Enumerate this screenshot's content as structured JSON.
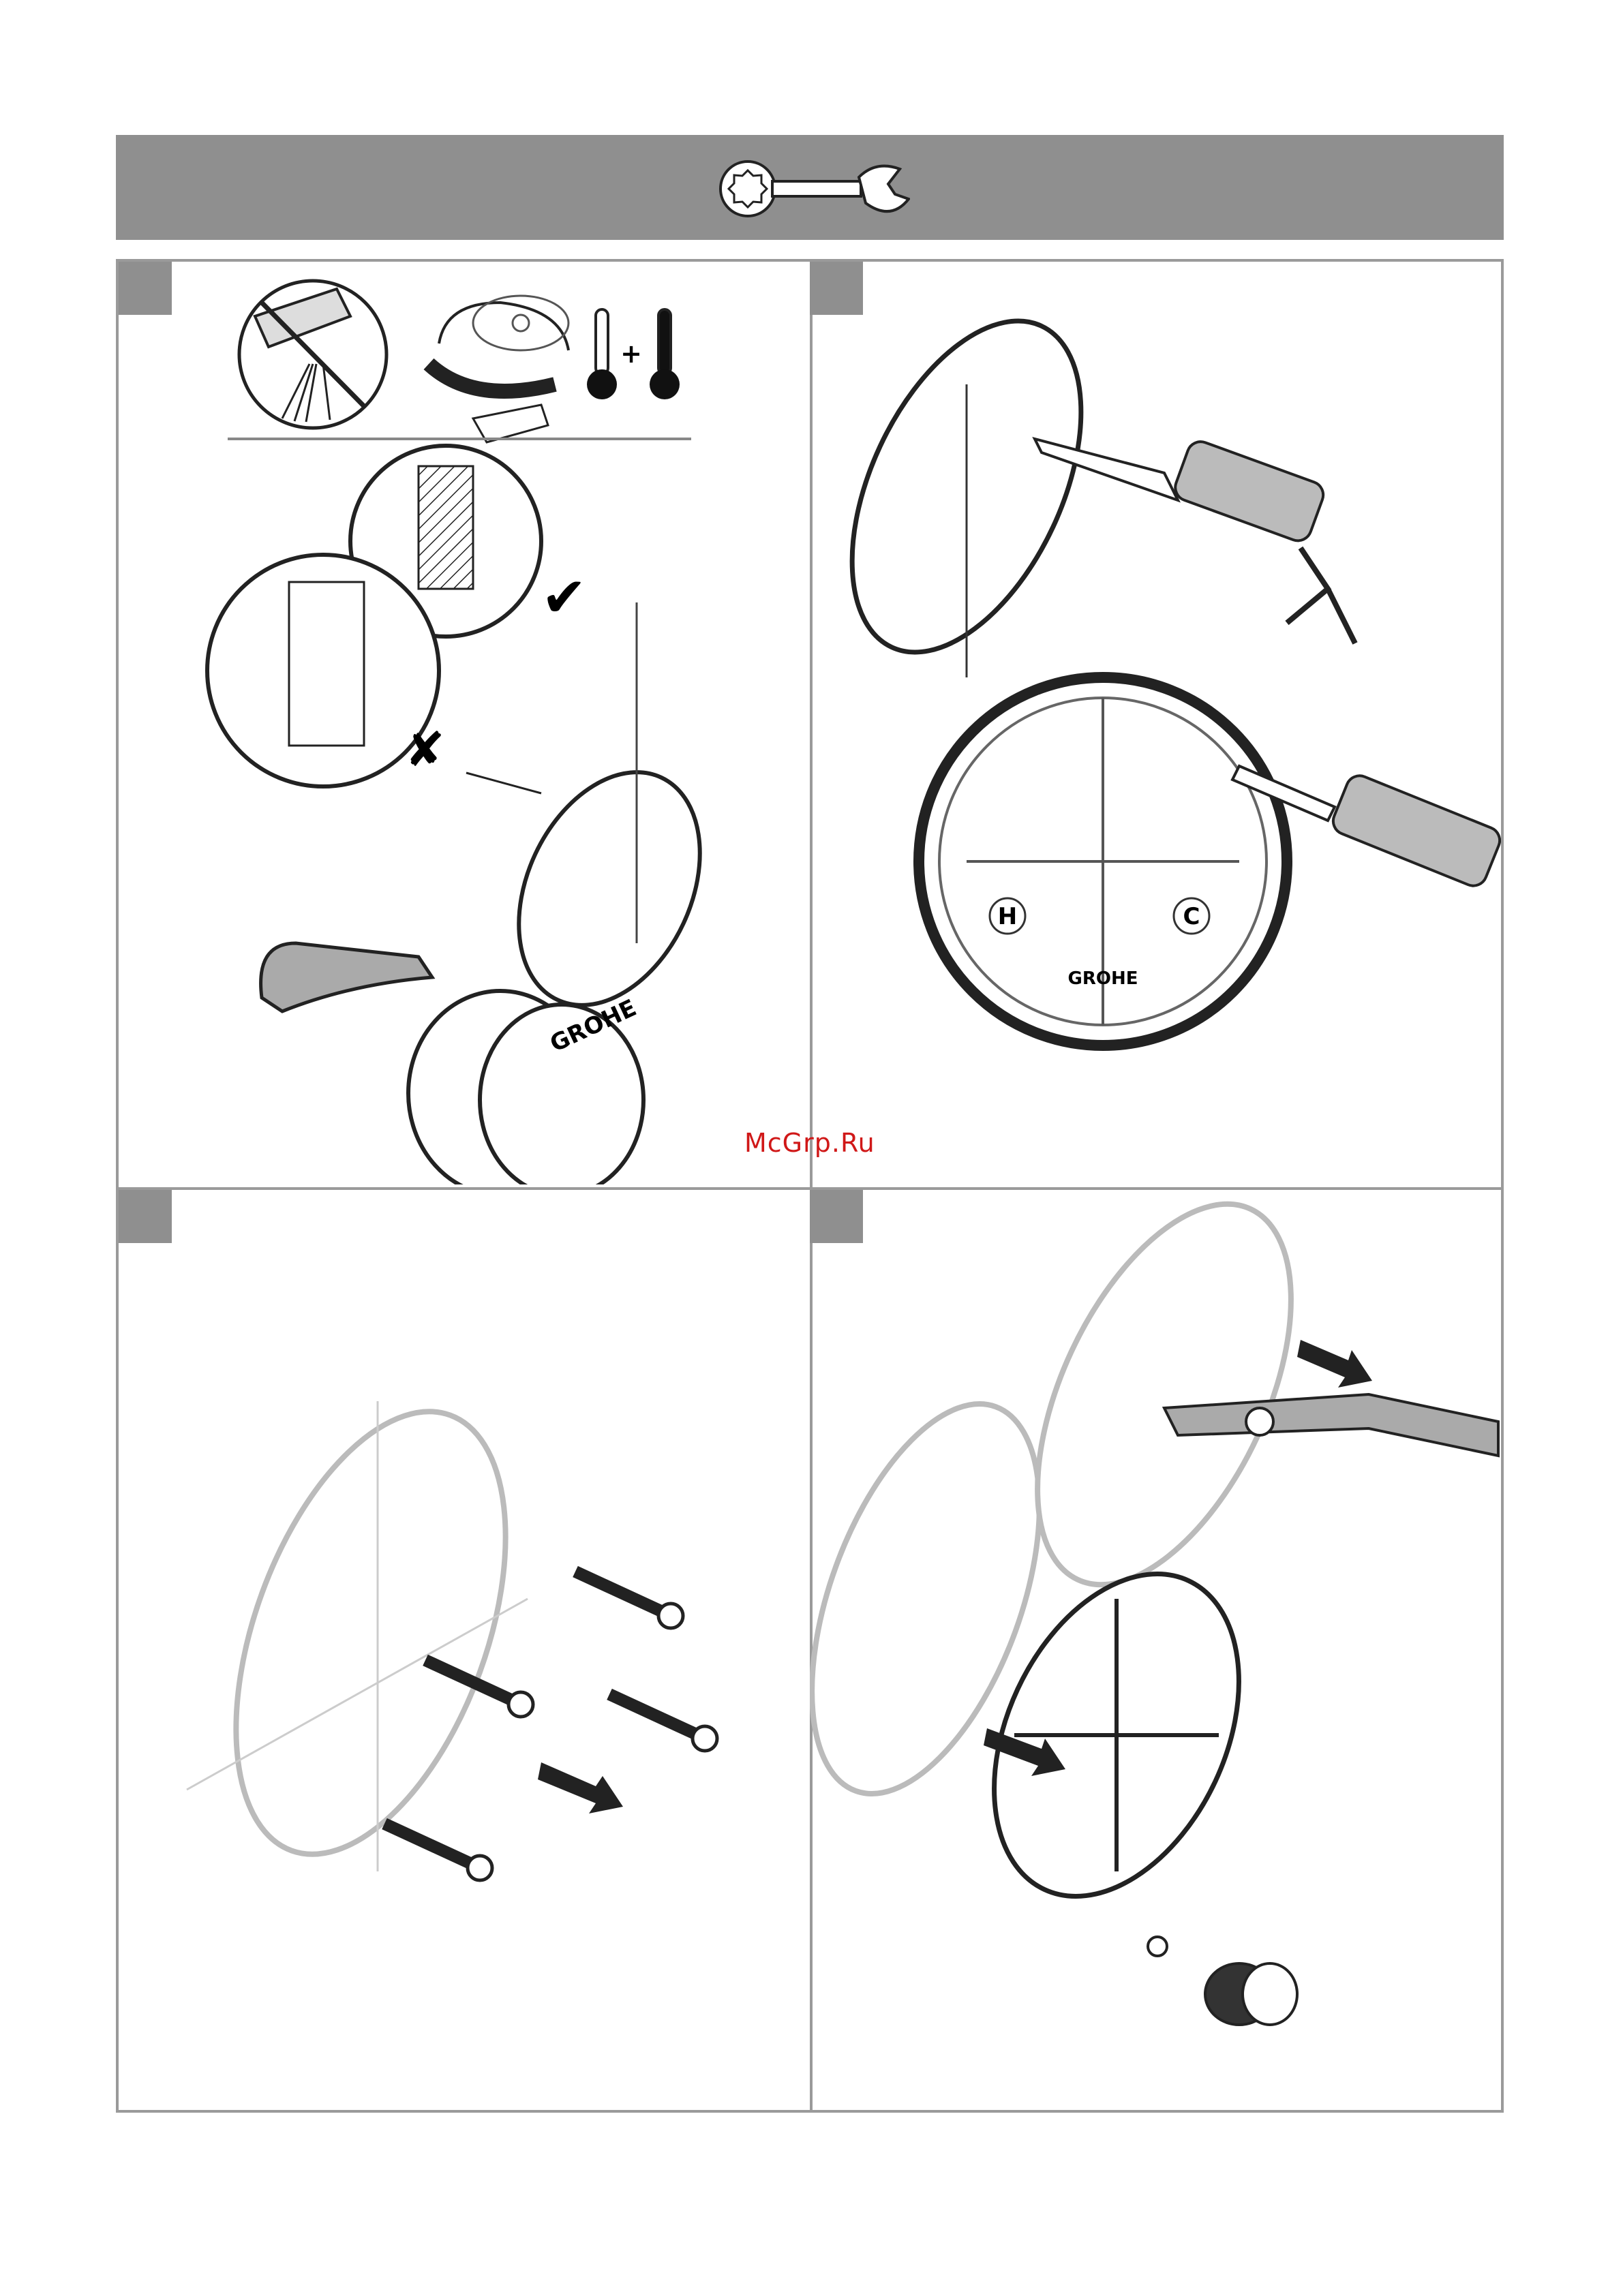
{
  "header": {
    "icon": "wrench-icon"
  },
  "panels": [
    {
      "id": 1,
      "step_number": "",
      "illustration": "first-install-checks-and-cartridge"
    },
    {
      "id": 2,
      "step_number": "",
      "illustration": "sealant-gun-on-mounting-plate"
    },
    {
      "id": 3,
      "step_number": "",
      "illustration": "screws-removed-from-housing"
    },
    {
      "id": 4,
      "step_number": "",
      "illustration": "pliers-removing-housing-parts"
    }
  ],
  "labels": {
    "hot": "H",
    "cold": "C",
    "brand": "GROHE",
    "check_ok": "✔",
    "check_bad": "✘",
    "plus": "+"
  },
  "watermark": "McGrp.Ru",
  "colors": {
    "bar": "#8f8f8f",
    "line": "#9a9a9a",
    "watermark": "#d01818"
  }
}
